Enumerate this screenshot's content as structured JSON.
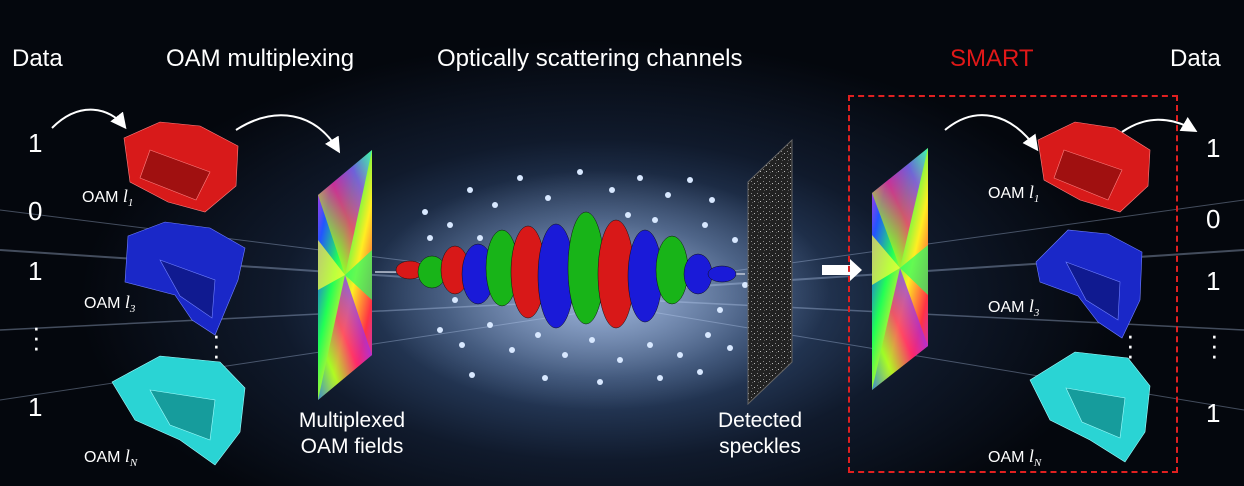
{
  "headers": {
    "data_left": "Data",
    "oam_multiplexing": "OAM multiplexing",
    "channels": "Optically scattering channels",
    "smart": "SMART",
    "data_right": "Data"
  },
  "left_bits": [
    "1",
    "0",
    "1",
    "1"
  ],
  "right_bits": [
    "1",
    "0",
    "1",
    "1"
  ],
  "left_oam": [
    {
      "prefix": "OAM",
      "symbol": "l",
      "sub": "1"
    },
    {
      "prefix": "OAM",
      "symbol": "l",
      "sub": "3"
    },
    {
      "prefix": "OAM",
      "symbol": "l",
      "sub": "N"
    }
  ],
  "right_oam": [
    {
      "prefix": "OAM",
      "symbol": "l",
      "sub": "1"
    },
    {
      "prefix": "OAM",
      "symbol": "l",
      "sub": "3"
    },
    {
      "prefix": "OAM",
      "symbol": "l",
      "sub": "N"
    }
  ],
  "captions": {
    "multiplexed_line1": "Multiplexed",
    "multiplexed_line2": "OAM fields",
    "detected_line1": "Detected",
    "detected_line2": "speckles"
  },
  "colors": {
    "smart": "#e01818",
    "beam_red": "#d81818",
    "beam_green": "#18b418",
    "beam_blue": "#1a1ad8",
    "oam_red": "#d81a1a",
    "oam_blue": "#1a28c8",
    "oam_cyan": "#2ad4d4"
  }
}
